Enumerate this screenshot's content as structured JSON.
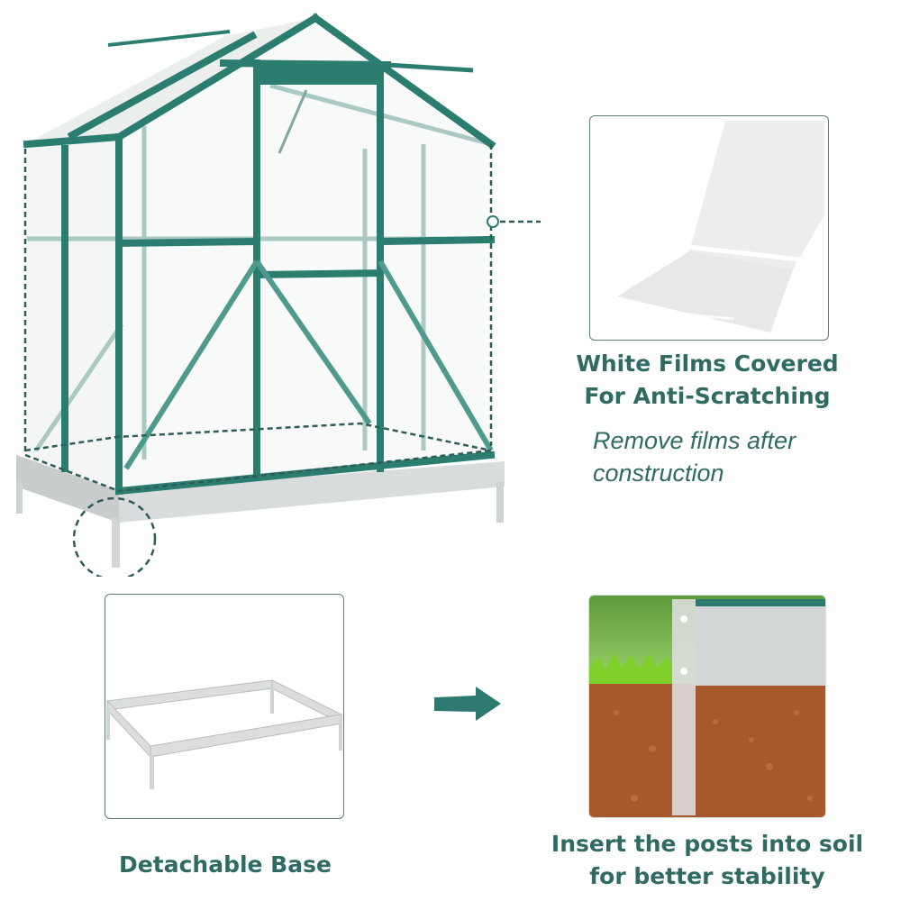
{
  "colors": {
    "frame_green": "#2b7d70",
    "text_teal": "#2f6b63",
    "panel_border": "#5d7a78",
    "aluminum": "#d8dadb",
    "soil": "#a8582d",
    "grass": "#7fcf2a"
  },
  "hero": {
    "subject": "greenhouse-with-green-frame-and-galvanized-base",
    "callouts": [
      "wall-panel-callout-dot",
      "base-leg-callout-circle"
    ]
  },
  "film_feature": {
    "image": "white-protective-film-sheet",
    "title_line1": "White Films Covered",
    "title_line2": "For Anti-Scratching",
    "note_line1": "Remove films after",
    "note_line2": "construction"
  },
  "base_feature": {
    "image": "detachable-steel-base-frame",
    "caption": "Detachable Base"
  },
  "arrow": {
    "icon": "arrow-right-icon"
  },
  "soil_feature": {
    "image": "post-inserted-into-soil",
    "caption_line1": "Insert the posts into soil",
    "caption_line2": "for better stability"
  }
}
